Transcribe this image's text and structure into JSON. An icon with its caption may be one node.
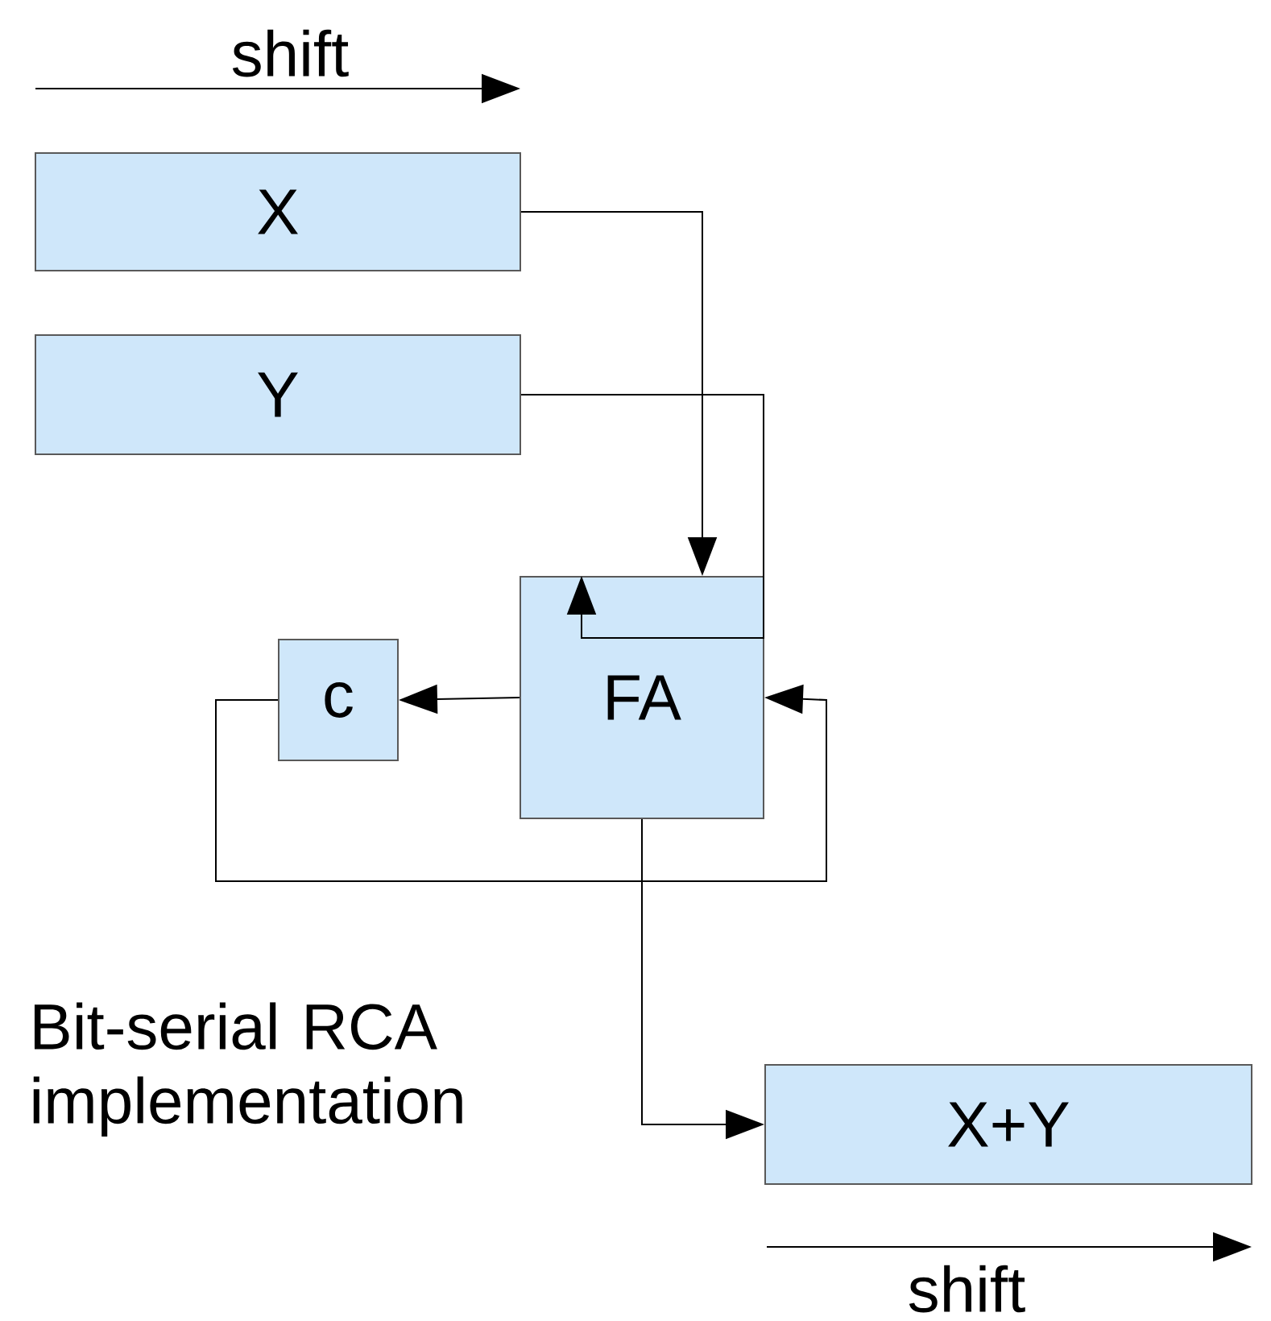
{
  "diagram": {
    "nodes": [
      {
        "text": [
          "X"
        ]
      },
      {
        "text": [
          "Y"
        ]
      },
      {
        "text": [
          "FA"
        ]
      },
      {
        "text": [
          "c"
        ]
      },
      {
        "text": [
          "X+Y"
        ]
      }
    ],
    "edges": [
      {
        "from": 0,
        "to": 2,
        "arrow": "to"
      },
      {
        "from": 1,
        "to": 2,
        "arrow": "to"
      },
      {
        "from": 2,
        "to": 3,
        "arrow": "to"
      },
      {
        "from": 3,
        "to": 2,
        "arrow": "to"
      },
      {
        "from": 2,
        "to": 4,
        "arrow": "to"
      }
    ],
    "labels": [
      "shift",
      "Bit-serial RCA implementation",
      "shift"
    ]
  }
}
